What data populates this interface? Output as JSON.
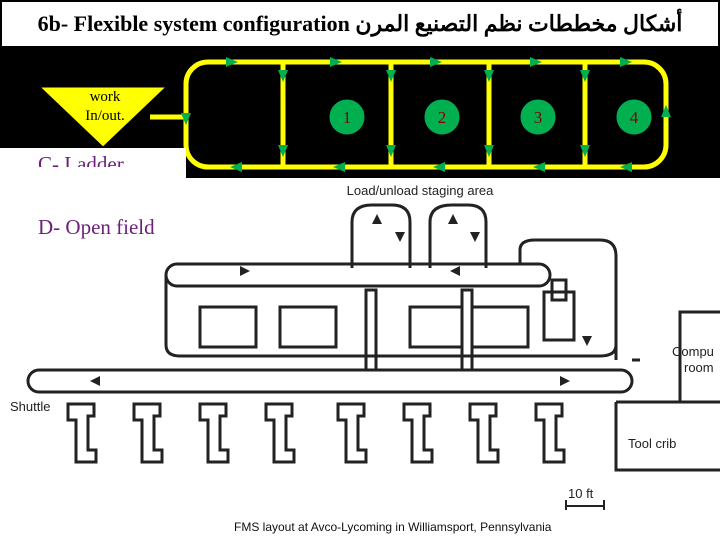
{
  "title": "6b- Flexible system configuration أشكال مخططات نظم التصنيع المرن",
  "ladder": {
    "work_label_line1": "work",
    "work_label_line2": "In/out.",
    "stations": [
      "1",
      "2",
      "3",
      "4"
    ],
    "caption": "C- Ladder"
  },
  "open_field": {
    "caption": "D- Open field",
    "staging_label": "Load/unload staging area",
    "computer_label_line1": "Compu",
    "computer_label_line2": "room",
    "tool_crib_label": "Tool crib",
    "shuttle_label": "Shuttle",
    "scale_label": "10 ft",
    "figure_caption": "FMS layout at Avco-Lycoming in Williamsport, Pennsylvania"
  },
  "colors": {
    "background": "#000000",
    "loop": "#ffff00",
    "station_fill": "#00b050",
    "station_text": "#800000",
    "triangle_fill": "#ffff00",
    "caption_text": "#6b1f7a",
    "arrow": "#00b050"
  }
}
